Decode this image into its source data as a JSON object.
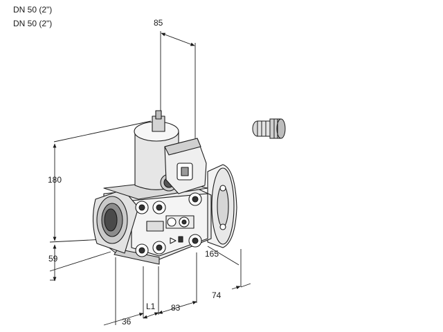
{
  "header": {
    "line1": "DN 50 (2\")",
    "line2": "DN 50 (2\")"
  },
  "dimensions": {
    "d85": "85",
    "d180": "180",
    "d59": "59",
    "d165": "165",
    "d74": "74",
    "dL1": "L1",
    "d83": "83",
    "d36": "36"
  },
  "icons": {
    "valve": "gas-valve-technical-drawing",
    "gland": "cable-gland-icon"
  }
}
